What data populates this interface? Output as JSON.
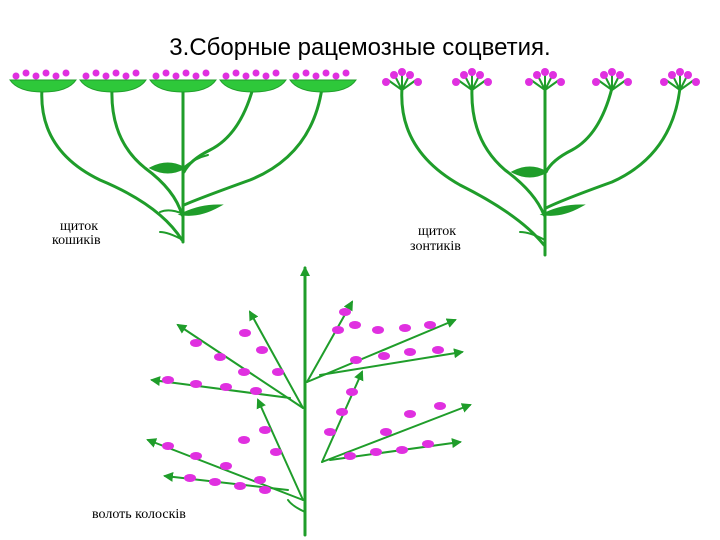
{
  "title": "3.Сборные рацемозные соцветия.",
  "labels": {
    "corymb_heads": [
      "щиток",
      "кошиків"
    ],
    "corymb_umbels": [
      "щиток",
      "зонтиків"
    ],
    "panicle_spikelets": "волоть колосків"
  },
  "colors": {
    "stem": "#1f9d2a",
    "receptacle": "#2ec83a",
    "flower": "#e030e0",
    "text": "#000000"
  }
}
